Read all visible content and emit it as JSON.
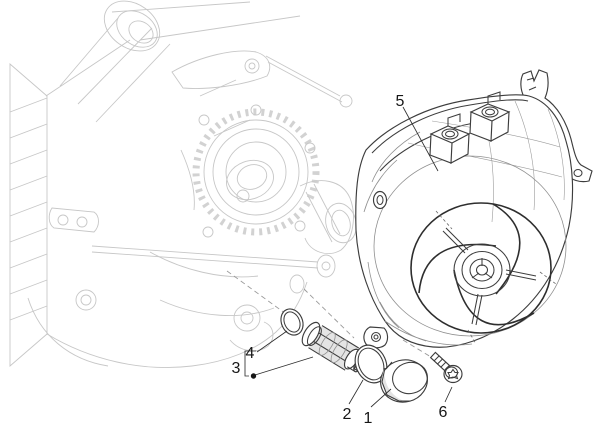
{
  "diagram": {
    "type": "exploded-parts-illustration",
    "callouts": [
      {
        "label": "1",
        "part": "oil-plug-cap"
      },
      {
        "label": "2",
        "part": "o-ring-large"
      },
      {
        "label": "3",
        "part": "oil-strainer-assembly"
      },
      {
        "label": "4",
        "part": "o-ring-small"
      },
      {
        "label": "5",
        "part": "flywheel-magneto-cover"
      },
      {
        "label": "6",
        "part": "fixing-screw"
      }
    ],
    "colors": {
      "background": "#ffffff",
      "cover_line": "#3d3d3d",
      "faint_line": "#c7c7c7",
      "label": "#161616",
      "dashed": "#999999"
    }
  }
}
